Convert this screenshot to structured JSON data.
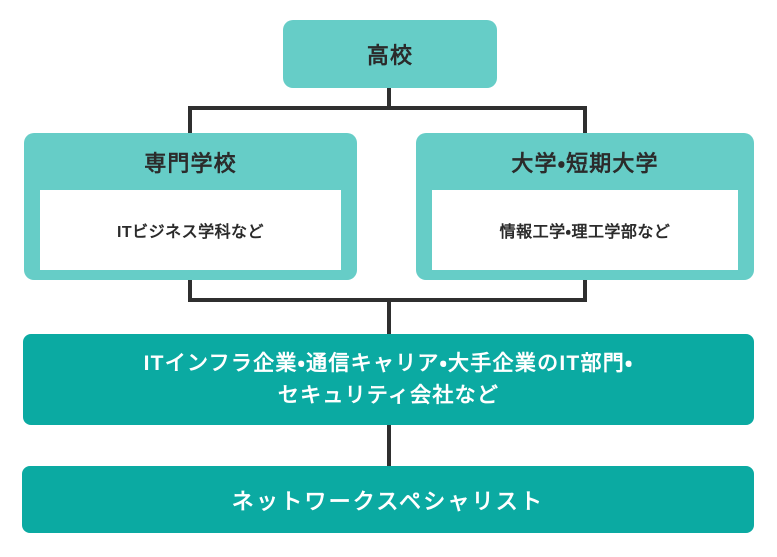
{
  "diagram": {
    "type": "flowchart",
    "topic": "network-specialist-career-path",
    "nodes": {
      "highschool": {
        "label": "高校"
      },
      "vocational": {
        "label": "専門学校",
        "detail": "ITビジネス学科など"
      },
      "university": {
        "label": "大学・短期大学",
        "detail": "情報工学・理工学部など"
      },
      "industry": {
        "label_line1": "ITインフラ企業・通信キャリア・大手企業のIT部門・",
        "label_line2": "セキュリティ会社など"
      },
      "specialist": {
        "label": "ネットワークスペシャリスト"
      }
    },
    "edges": [
      "highschool -> vocational",
      "highschool -> university",
      "vocational -> industry",
      "university -> industry",
      "industry -> specialist"
    ],
    "colors": {
      "node_light_teal": "#66cdc7",
      "node_dark_teal": "#0baaa2",
      "connector_line": "#2f2f2f",
      "text_dark": "#2b2b2b",
      "text_light": "#ffffff",
      "inner_box_background": "#ffffff"
    }
  }
}
